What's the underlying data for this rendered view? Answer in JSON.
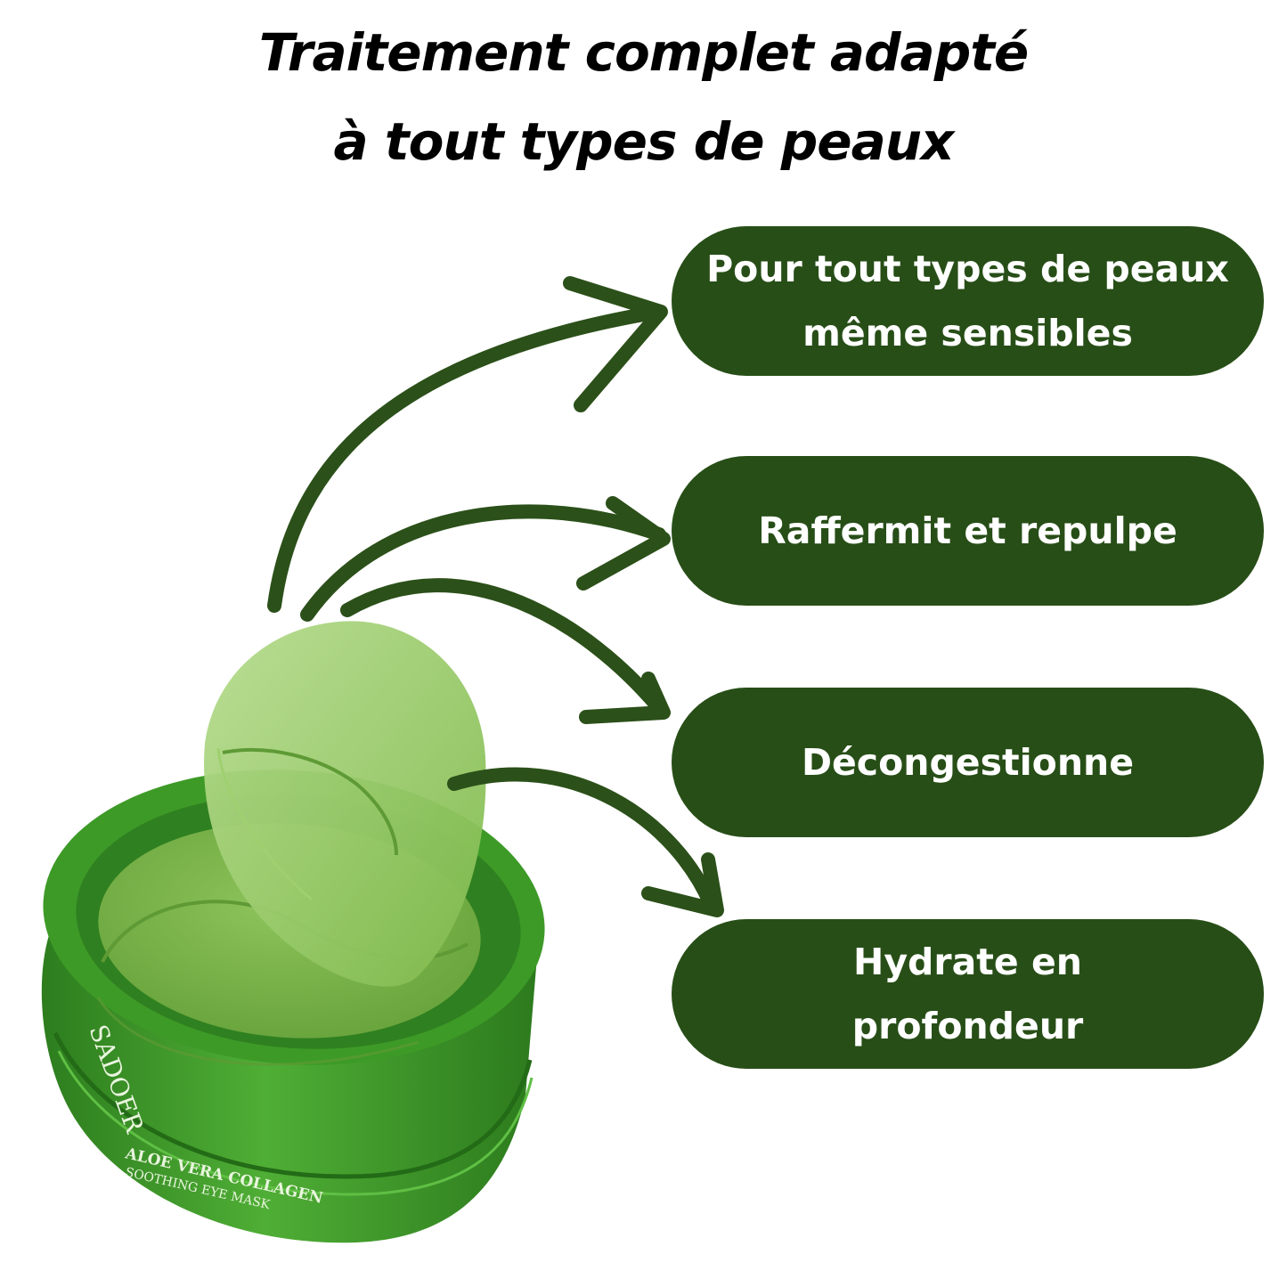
{
  "headline": {
    "line1": "Traitement complet adapté",
    "line2": "à tout types de peaux"
  },
  "benefits": [
    {
      "line1": "Pour tout types de peaux",
      "line2": "même sensibles"
    },
    {
      "line1": "Raffermit et repulpe",
      "line2": ""
    },
    {
      "line1": "Décongestionne",
      "line2": ""
    },
    {
      "line1": "Hydrate en",
      "line2": "profondeur"
    }
  ],
  "product": {
    "brand": "SADOER",
    "name": "ALOE VERA COLLAGEN",
    "subtitle": "SOOTHING EYE MASK"
  },
  "colors": {
    "pill": "#274e17",
    "arrow": "#2b5019",
    "jar": "#3f9a2a",
    "patch": "#7fba4c"
  }
}
